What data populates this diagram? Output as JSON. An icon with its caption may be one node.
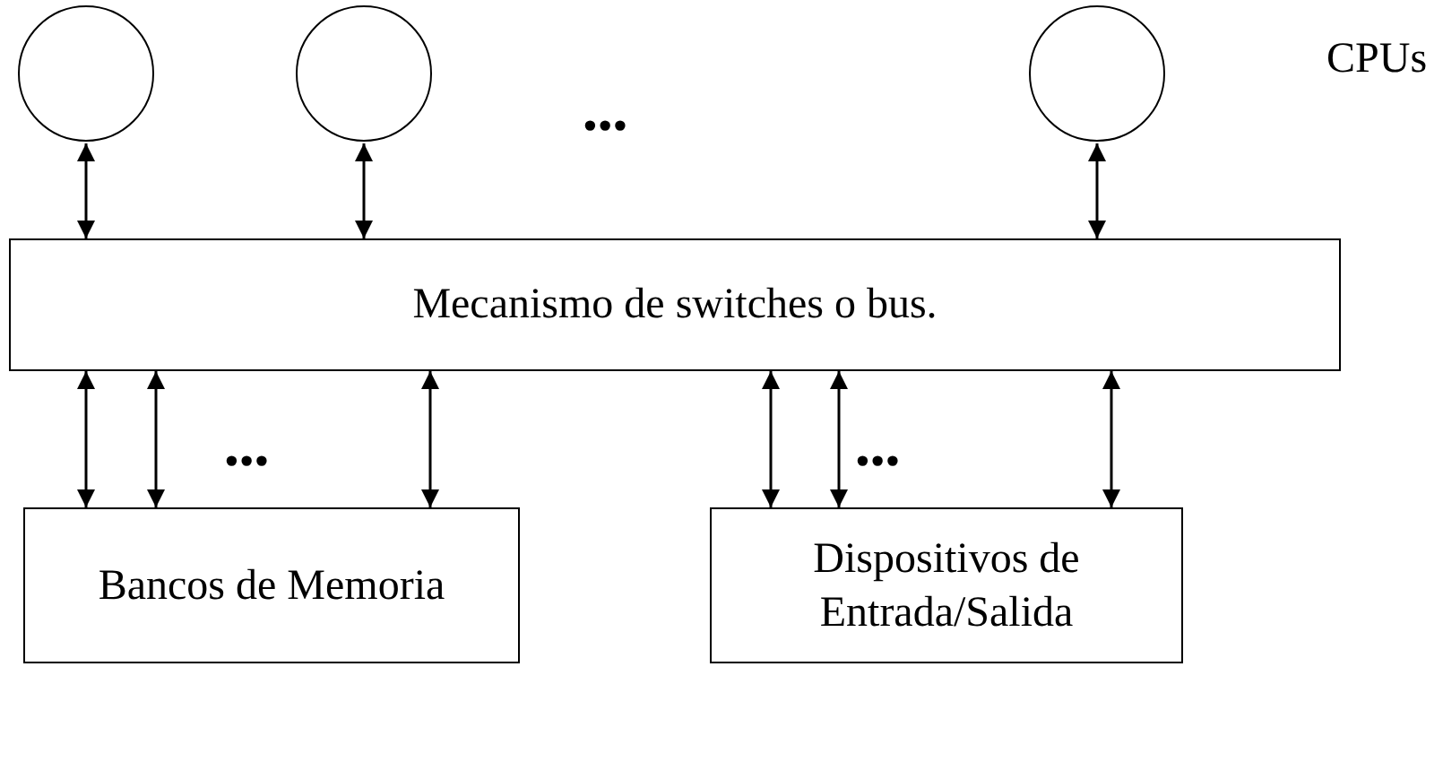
{
  "diagram": {
    "nodes": [
      {
        "text": [],
        "shape": "circle"
      },
      {
        "text": [],
        "shape": "circle"
      },
      {
        "text": [],
        "shape": "circle"
      },
      {
        "text": [
          "Mecanismo de switches o bus."
        ]
      },
      {
        "text": [
          "Bancos de Memoria"
        ]
      },
      {
        "text": [
          "Dispositivos de Entrada/Salida"
        ]
      }
    ],
    "edges": [
      {
        "from": 0,
        "to": 3,
        "arrow": "both"
      },
      {
        "from": 1,
        "to": 3,
        "arrow": "both"
      },
      {
        "from": 2,
        "to": 3,
        "arrow": "both"
      },
      {
        "from": 3,
        "to": 4,
        "arrow": "both"
      },
      {
        "from": 3,
        "to": 4,
        "arrow": "both"
      },
      {
        "from": 3,
        "to": 4,
        "arrow": "both"
      },
      {
        "from": 3,
        "to": 5,
        "arrow": "both"
      },
      {
        "from": 3,
        "to": 5,
        "arrow": "both"
      },
      {
        "from": 3,
        "to": 5,
        "arrow": "both"
      }
    ],
    "labels": [
      "•••",
      "CPUs",
      "•••",
      "•••"
    ]
  }
}
